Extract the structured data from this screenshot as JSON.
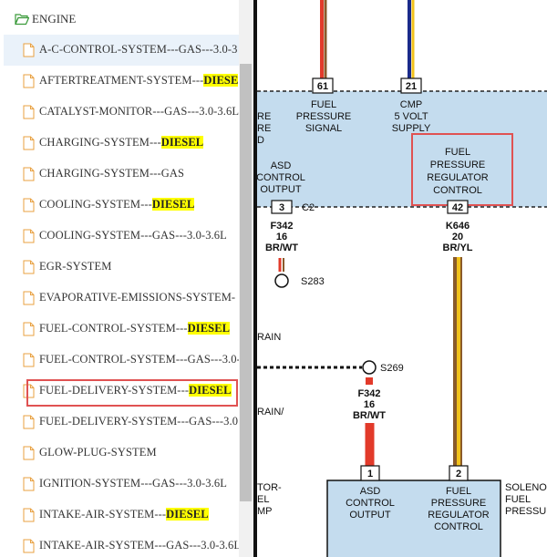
{
  "tree": {
    "folder_label": "ENGINE",
    "items": [
      {
        "text": "A-C-CONTROL-SYSTEM---GAS---3.0-3",
        "hl": ""
      },
      {
        "text": "AFTERTREATMENT-SYSTEM---",
        "hl": "DIESE"
      },
      {
        "text": "CATALYST-MONITOR---GAS---3.0-3.6L",
        "hl": ""
      },
      {
        "text": "CHARGING-SYSTEM---",
        "hl": "DIESEL"
      },
      {
        "text": "CHARGING-SYSTEM---GAS",
        "hl": ""
      },
      {
        "text": "COOLING-SYSTEM---",
        "hl": "DIESEL"
      },
      {
        "text": "COOLING-SYSTEM---GAS---3.0-3.6L",
        "hl": ""
      },
      {
        "text": "EGR-SYSTEM",
        "hl": ""
      },
      {
        "text": "EVAPORATIVE-EMISSIONS-SYSTEM-",
        "hl": ""
      },
      {
        "text": "FUEL-CONTROL-SYSTEM---",
        "hl": "DIESEL"
      },
      {
        "text": "FUEL-CONTROL-SYSTEM---GAS---3.0-",
        "hl": ""
      },
      {
        "text": "FUEL-DELIVERY-SYSTEM---",
        "hl": "DIESEL"
      },
      {
        "text": "FUEL-DELIVERY-SYSTEM---GAS---3.0",
        "hl": ""
      },
      {
        "text": "GLOW-PLUG-SYSTEM",
        "hl": ""
      },
      {
        "text": "IGNITION-SYSTEM---GAS---3.0-3.6L",
        "hl": ""
      },
      {
        "text": "INTAKE-AIR-SYSTEM---",
        "hl": "DIESEL"
      },
      {
        "text": "INTAKE-AIR-SYSTEM---GAS---3.0-3.6L",
        "hl": ""
      }
    ]
  },
  "diagram": {
    "pin_61": "61",
    "pin_21": "21",
    "fuel_pressure_signal": [
      "FUEL",
      "PRESSURE",
      "SIGNAL"
    ],
    "cmp_supply": [
      "CMP",
      "5 VOLT",
      "SUPPLY"
    ],
    "left_cut": [
      "RE",
      "RE",
      "D"
    ],
    "asd_control_output_top": [
      "ASD",
      "CONTROL",
      "OUTPUT"
    ],
    "fprc_top": [
      "FUEL",
      "PRESSURE",
      "REGULATOR",
      "CONTROL"
    ],
    "pin_3": "3",
    "conn_c2": "C2",
    "pin_42": "42",
    "wire_f342_a": [
      "F342",
      "16",
      "BR/WT"
    ],
    "wire_k646": [
      "K646",
      "20",
      "BR/YL"
    ],
    "splice_s283": "S283",
    "rain_1": "RAIN",
    "splice_s269": "S269",
    "wire_f342_b": [
      "F342",
      "16",
      "BR/WT"
    ],
    "rain_2": "RAIN/",
    "left_cut_2": [
      "TOR-",
      "EL",
      "MP"
    ],
    "pin_1": "1",
    "pin_2": "2",
    "asd_control_output_bottom": [
      "ASD",
      "CONTROL",
      "OUTPUT"
    ],
    "fprc_bottom": [
      "FUEL",
      "PRESSURE",
      "REGULATOR",
      "CONTROL"
    ],
    "solenoid": [
      "SOLENO",
      "FUEL",
      "PRESSU"
    ]
  }
}
